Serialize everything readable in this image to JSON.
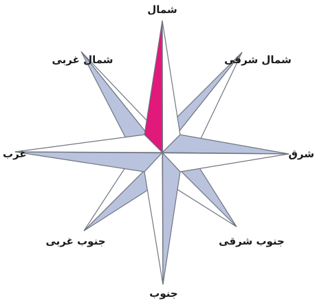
{
  "directions": {
    "north": "شمال",
    "northeast": "شمال شرقی",
    "east": "شرق",
    "southeast": "جنوب شرقی",
    "south": "جنوب",
    "southwest": "جنوب غربی",
    "west": "غرب",
    "northwest": "شمال غربی"
  },
  "colors": {
    "north_needle": "#e0197a",
    "shaded_face": "#b9c3dd",
    "light_face": "#ffffff",
    "outline": "#6f7480"
  }
}
